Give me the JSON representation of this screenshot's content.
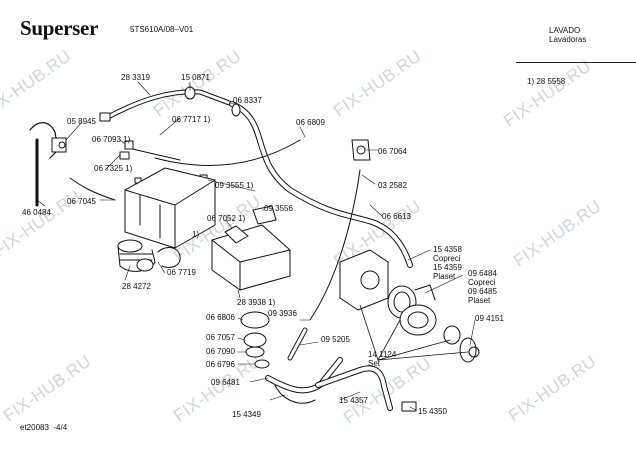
{
  "header": {
    "brand": "Superser",
    "model": "5TS610A/08–V01",
    "category_es": "LAVADO",
    "category_es_sub": "Lavadoras"
  },
  "notes": {
    "note_1": "1)  28 5558"
  },
  "footer": {
    "doc_id": "et20083",
    "page": "-4/4"
  },
  "watermark": {
    "text": "FIX-HUB.RU"
  },
  "parts": {
    "p283319": "28 3319",
    "p150871": "15 0871",
    "p058945": "05 8945",
    "p068337": "06 8337",
    "p067717": "06 7717 1)",
    "p066809": "06 6809",
    "p067093": "06 7093 1)",
    "p067325": "06 7325 1)",
    "p067064": "06 7064",
    "p460484": "46 0484",
    "p067045": "06 7045",
    "p093555": "09 3555 1)",
    "p032582": "03 2582",
    "p093556": "09 3556",
    "p067052": "06 7052 1)",
    "p066613": "06 6613",
    "p154358": "15 4358",
    "p154358_sub": "Copreci",
    "p154359": "15 4359",
    "p154359_sub": "Plaset",
    "p067719": "06 7719",
    "p096484": "09 6484",
    "p096484_sub": "Copreci",
    "p096485": "09 6485",
    "p096485_sub": "Plaset",
    "p284272": "28 4272",
    "p283938": "28 3938 1)",
    "p066806": "06 6806",
    "p093936": "09 3936",
    "p094151": "09 4151",
    "p067057": "06 7057",
    "p095205": "09 5205",
    "p141124": "14 1124",
    "p141124_sub": "Set",
    "p067090": "06 7090",
    "p066796": "06 6796",
    "p096481": "09 6481",
    "p154349": "15 4349",
    "p154357": "15 4357",
    "p154350": "15 4350",
    "marker_1": "1)"
  }
}
